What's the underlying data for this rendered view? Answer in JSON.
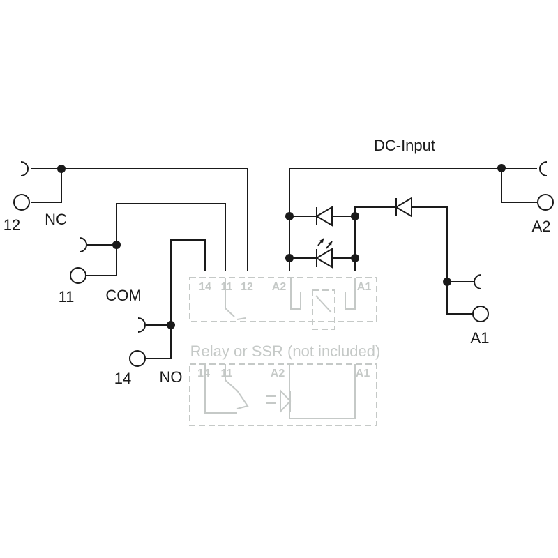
{
  "terminals": {
    "nc_pin": "12",
    "nc_name": "NC",
    "com_pin": "11",
    "com_name": "COM",
    "no_pin": "14",
    "no_name": "NO",
    "a2_name": "A2",
    "a1_name": "A1"
  },
  "input_title": "DC-Input",
  "socket": {
    "title": "Relay or SSR (not included)",
    "relay_pins": [
      "14",
      "11",
      "12",
      "A2",
      "A1"
    ],
    "ssr_pins": [
      "14",
      "11",
      "A2",
      "A1"
    ]
  },
  "colors": {
    "wire": "#1a1a1a",
    "ghost": "#c5c9c7"
  }
}
